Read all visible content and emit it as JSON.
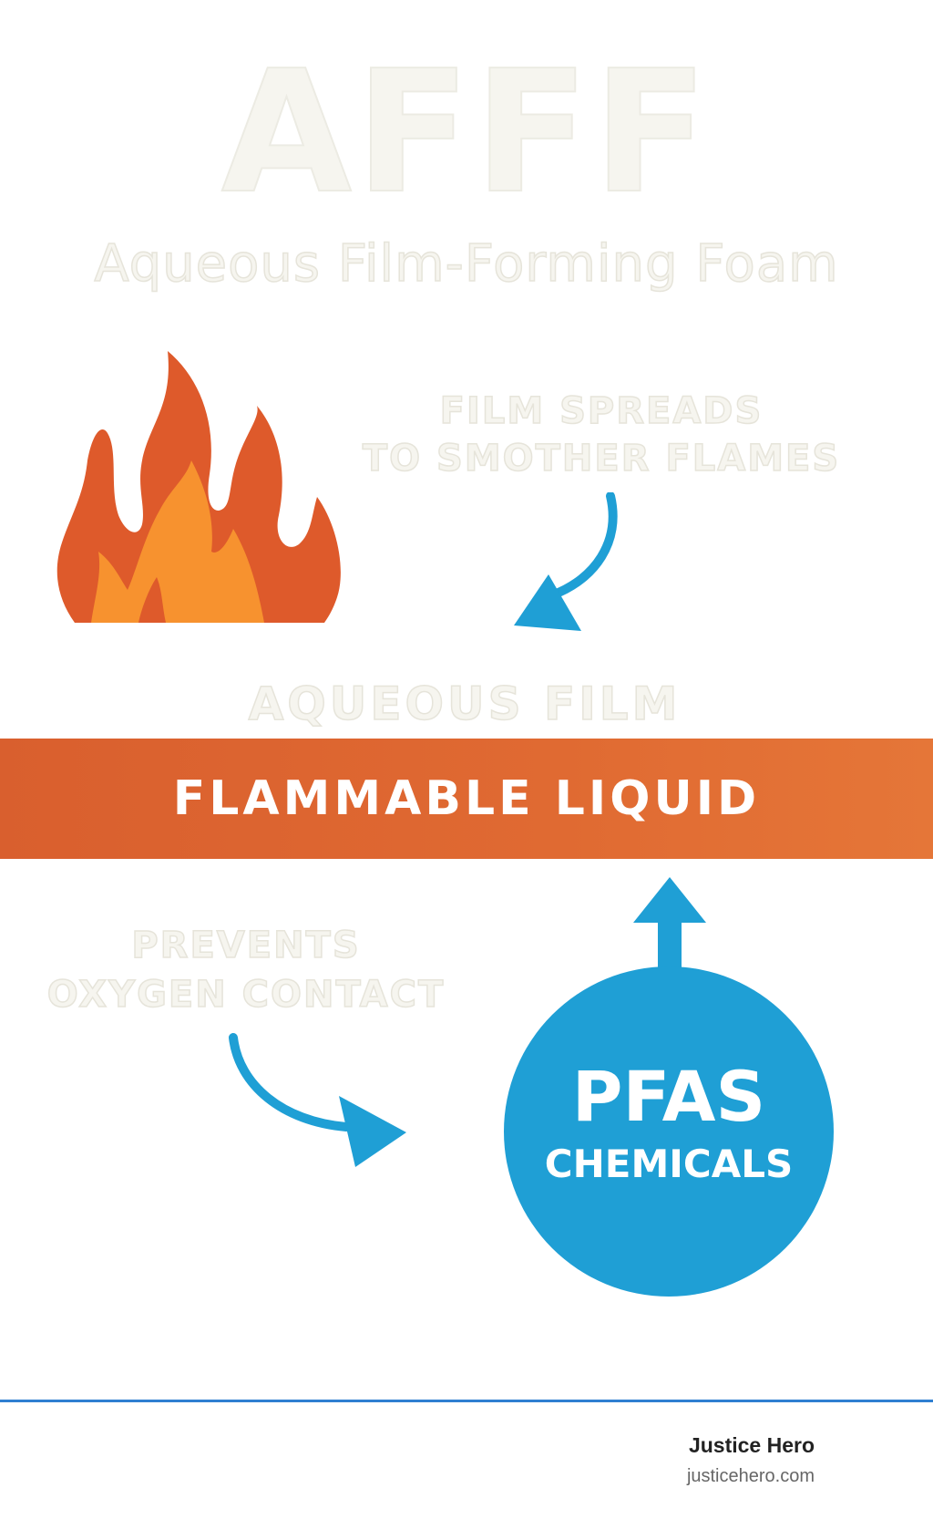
{
  "title": "AFFF",
  "subtitle": "Aqueous Film-Forming Foam",
  "labels": {
    "film_spreads": [
      "FILM SPREADS",
      "TO SMOTHER FLAMES"
    ],
    "aqueous_film": "AQUEOUS FILM",
    "flammable_liquid": "FLAMMABLE LIQUID",
    "prevents": [
      "PREVENTS",
      "OXYGEN CONTACT"
    ],
    "pfas": "PFAS",
    "chemicals": "CHEMICALS"
  },
  "footer": {
    "brand": "Justice Hero",
    "url": "justicehero.com"
  },
  "icons": {
    "fire": "fire-icon",
    "arrow_top": "curved-arrow-down-left-icon",
    "arrow_bottom": "curved-arrow-right-icon",
    "arrow_up": "arrow-up-icon"
  },
  "colors": {
    "flame_outer": "#de5a2b",
    "flame_inner": "#f7922f",
    "band": "#e0662f",
    "accent_blue": "#1f9fd5",
    "divider": "#2f7fd1"
  }
}
